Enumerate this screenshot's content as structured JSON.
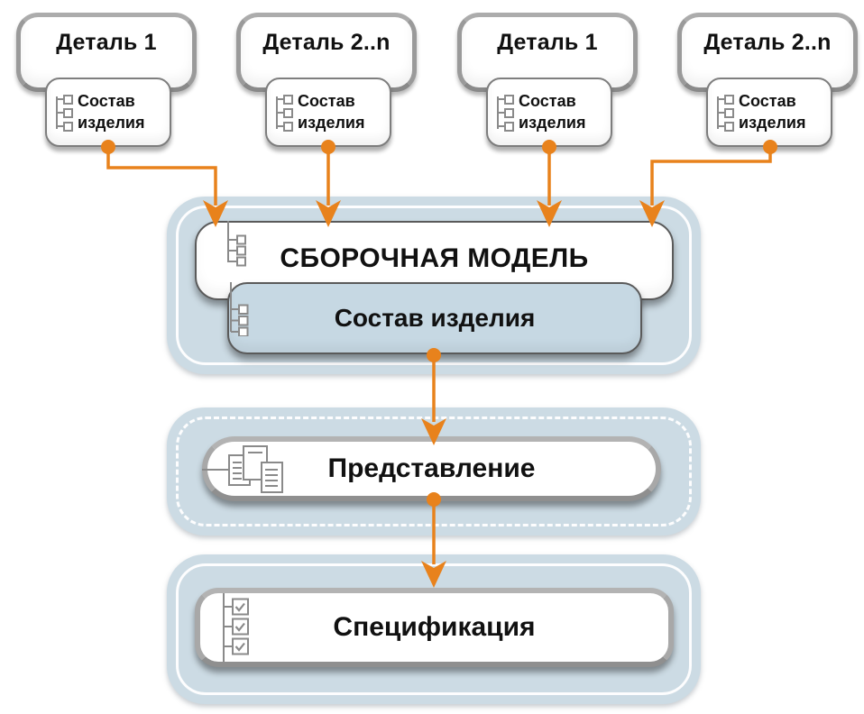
{
  "diagram": {
    "parts": [
      {
        "title": "Деталь 1",
        "badge": "Состав изделия"
      },
      {
        "title": "Деталь 2..n",
        "badge": "Состав изделия"
      },
      {
        "title": "Деталь 1",
        "badge": "Состав изделия"
      },
      {
        "title": "Деталь 2..n",
        "badge": "Состав изделия"
      }
    ],
    "assembly": {
      "title": "СБОРОЧНАЯ МОДЕЛЬ",
      "badge": "Состав изделия"
    },
    "representation": {
      "title": "Представление"
    },
    "specification": {
      "title": "Спецификация"
    },
    "icons": {
      "part_badge": "product-structure-tree-icon",
      "assembly": "product-structure-tree-icon",
      "representation": "documents-icon",
      "specification": "checklist-icon",
      "connectors": "arrow-down-icon"
    },
    "colors": {
      "accent_orange": "#E8821C",
      "container_blue": "#CCDBE4",
      "badge_blue": "#C6D8E3",
      "frame_gray": "#9C9C9C",
      "outline_gray": "#5A5A5A",
      "icon_gray": "#8A8A8A",
      "text": "#111111"
    }
  }
}
